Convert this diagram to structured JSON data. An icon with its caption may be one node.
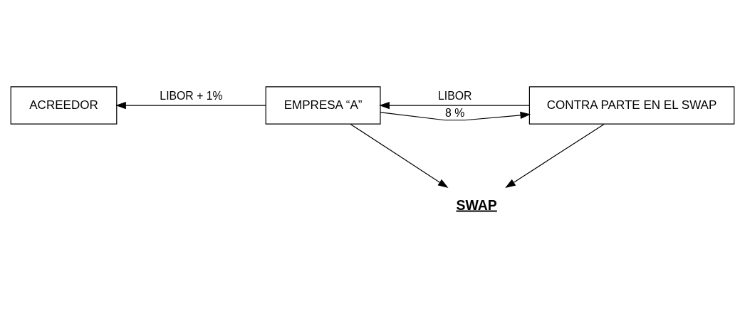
{
  "diagram": {
    "nodes": [
      {
        "text": [
          "ACREEDOR"
        ]
      },
      {
        "text": [
          "EMPRESA “A”"
        ]
      },
      {
        "text": [
          "CONTRA PARTE EN EL SWAP"
        ]
      },
      {
        "text": [
          "SWAP"
        ]
      }
    ],
    "edges": [
      {
        "from": 1,
        "to": 0,
        "arrow": "to",
        "label": "LIBOR + 1%"
      },
      {
        "from": 2,
        "to": 1,
        "arrow": "to",
        "label": "LIBOR"
      },
      {
        "from": 1,
        "to": 2,
        "arrow": "to",
        "label": "8 %"
      },
      {
        "from": 1,
        "to": 3,
        "arrow": "to"
      },
      {
        "from": 2,
        "to": 3,
        "arrow": "to"
      }
    ]
  }
}
